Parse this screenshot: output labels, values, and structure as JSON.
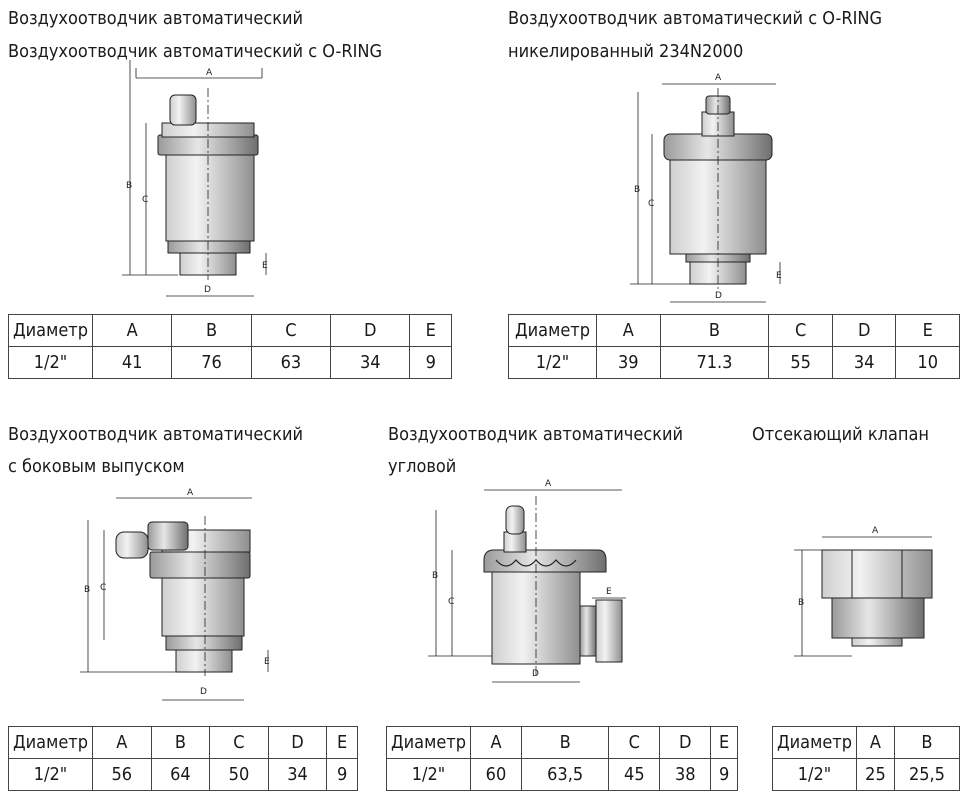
{
  "blocks": [
    {
      "captions": [
        "Воздухоотводчик автоматический",
        "Воздухоотводчик автоматический с O-RING"
      ],
      "dim_labels": [
        "A",
        "B",
        "C",
        "D",
        "E"
      ],
      "table": {
        "headers": [
          "Диаметр",
          "A",
          "B",
          "C",
          "D",
          "E"
        ],
        "values": [
          "1/2\"",
          "41",
          "76",
          "63",
          "34",
          "9"
        ]
      }
    },
    {
      "captions": [
        "Воздухоотводчик автоматический с O-RING",
        "никелированный 234N2000"
      ],
      "dim_labels": [
        "A",
        "B",
        "C",
        "D",
        "E"
      ],
      "table": {
        "headers": [
          "Диаметр",
          "A",
          "B",
          "C",
          "D",
          "E"
        ],
        "values": [
          "1/2\"",
          "39",
          "71.3",
          "55",
          "34",
          "10"
        ]
      }
    },
    {
      "captions": [
        "Воздухоотводчик автоматический",
        "с боковым выпуском"
      ],
      "dim_labels": [
        "A",
        "B",
        "C",
        "D",
        "E"
      ],
      "table": {
        "headers": [
          "Диаметр",
          "A",
          "B",
          "C",
          "D",
          "E"
        ],
        "values": [
          "1/2\"",
          "56",
          "64",
          "50",
          "34",
          "9"
        ]
      }
    },
    {
      "captions": [
        "Воздухоотводчик автоматический",
        "угловой"
      ],
      "dim_labels": [
        "A",
        "B",
        "C",
        "D",
        "E"
      ],
      "table": {
        "headers": [
          "Диаметр",
          "A",
          "B",
          "C",
          "D",
          "E"
        ],
        "values": [
          "1/2\"",
          "60",
          "63,5",
          "45",
          "38",
          "9"
        ]
      }
    },
    {
      "captions": [
        "Отсекающий клапан"
      ],
      "dim_labels": [
        "A",
        "B"
      ],
      "table": {
        "headers": [
          "Диаметр",
          "A",
          "B"
        ],
        "values": [
          "1/2\"",
          "25",
          "25,5"
        ]
      }
    }
  ]
}
